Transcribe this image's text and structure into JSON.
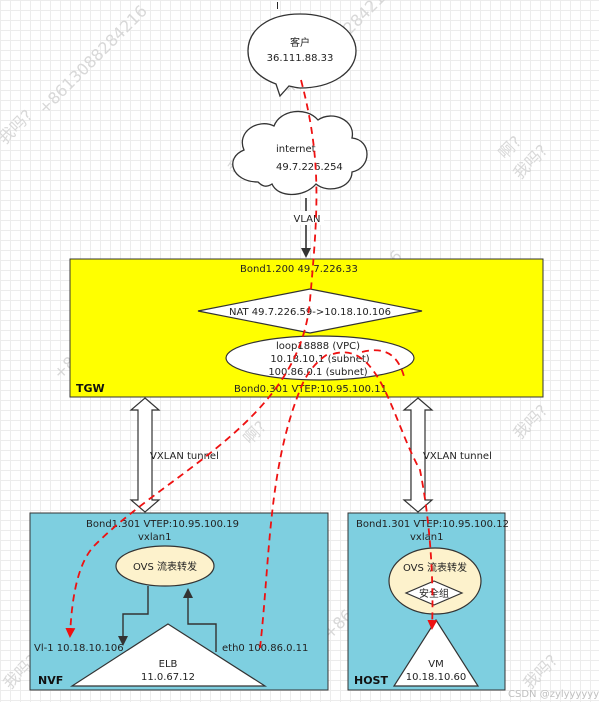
{
  "cursor_mark": "I",
  "client": {
    "name": "客户",
    "ip": "36.111.88.33"
  },
  "internet": {
    "name": "internet",
    "ip": "49.7.226.254"
  },
  "vlan_label": "VLAN",
  "tgw": {
    "label": "TGW",
    "bond_top": "Bond1.200  49.7.226.33",
    "nat": "NAT 49.7.226.59->10.18.10.106",
    "vpc_lines": [
      "loop18888  (VPC)",
      "10.18.10.1  (subnet)",
      "100.86.0.1  (subnet)"
    ],
    "bond_bottom": "Bond0.301 VTEP:10.95.100.11"
  },
  "tunnel_left": "VXLAN tunnel",
  "tunnel_right": "VXLAN tunnel",
  "nvf": {
    "label": "NVF",
    "bond": "Bond1.301 VTEP:10.95.100.19",
    "vxlan": "vxlan1",
    "ovs": "OVS 流表转发",
    "vl_port": "Vl-1 10.18.10.106",
    "eth0_port": "eth0 100.86.0.11",
    "elb_name": "ELB",
    "elb_ip": "11.0.67.12"
  },
  "host": {
    "label": "HOST",
    "bond": "Bond1.301 VTEP:10.95.100.12",
    "vxlan": "vxlan1",
    "ovs": "OVS 流表转发",
    "security_group": "安全组",
    "vm_name": "VM",
    "vm_ip": "10.18.10.60"
  },
  "credit": "CSDN @zylyyyyyy",
  "watermark_texts": [
    "+8613088284216",
    "我吗?",
    "啊?"
  ],
  "colors": {
    "tgw_fill": "#ffff00",
    "box_fill": "#7ecfe0",
    "ellipse_fill": "#fdf2cc",
    "flow_red": "#ee1111"
  }
}
